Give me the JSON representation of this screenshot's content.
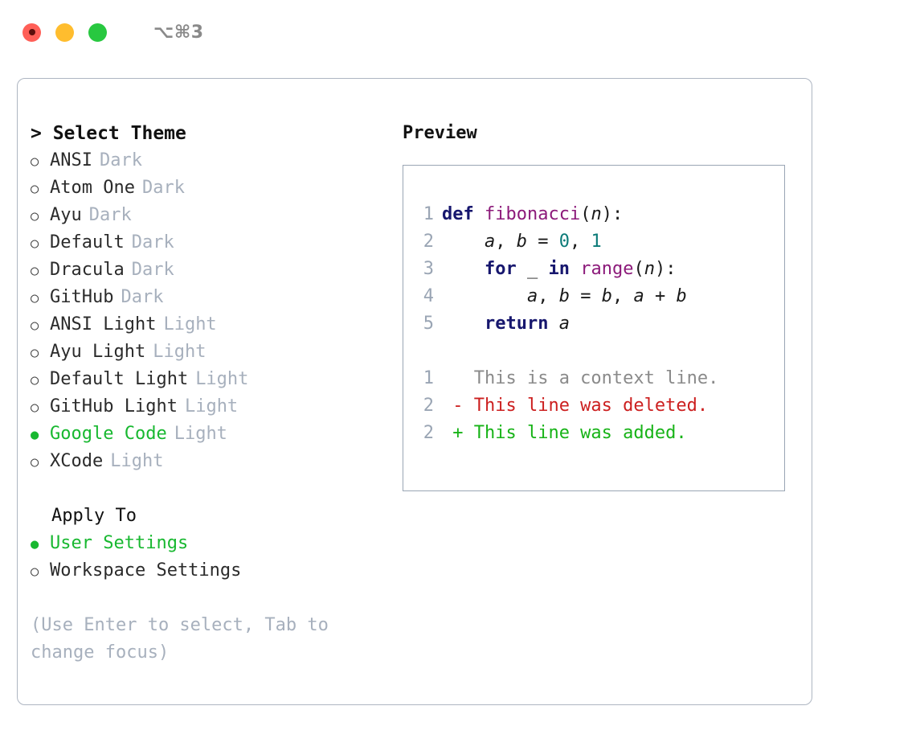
{
  "titlebar": {
    "shortcut": "⌥⌘3",
    "lights": [
      "close-red",
      "minimize-yellow",
      "maximize-green"
    ]
  },
  "left": {
    "heading": "> Select Theme",
    "themes": [
      {
        "marker": "○",
        "name": "ANSI",
        "variant": "Dark",
        "selected": false
      },
      {
        "marker": "○",
        "name": "Atom One",
        "variant": "Dark",
        "selected": false
      },
      {
        "marker": "○",
        "name": "Ayu",
        "variant": "Dark",
        "selected": false
      },
      {
        "marker": "○",
        "name": "Default",
        "variant": "Dark",
        "selected": false
      },
      {
        "marker": "○",
        "name": "Dracula",
        "variant": "Dark",
        "selected": false
      },
      {
        "marker": "○",
        "name": "GitHub",
        "variant": "Dark",
        "selected": false
      },
      {
        "marker": "○",
        "name": "ANSI Light",
        "variant": "Light",
        "selected": false
      },
      {
        "marker": "○",
        "name": "Ayu Light",
        "variant": "Light",
        "selected": false
      },
      {
        "marker": "○",
        "name": "Default Light",
        "variant": "Light",
        "selected": false
      },
      {
        "marker": "○",
        "name": "GitHub Light",
        "variant": "Light",
        "selected": false
      },
      {
        "marker": "●",
        "name": "Google Code",
        "variant": "Light",
        "selected": true
      },
      {
        "marker": "○",
        "name": "XCode",
        "variant": "Light",
        "selected": false
      }
    ],
    "apply_to_label": "Apply To",
    "apply_to_options": [
      {
        "marker": "●",
        "name": "User Settings",
        "selected": true
      },
      {
        "marker": "○",
        "name": "Workspace Settings",
        "selected": false
      }
    ],
    "hint": "(Use Enter to select, Tab to change focus)"
  },
  "right": {
    "preview_title": "Preview",
    "code_lines": [
      {
        "no": "1",
        "text": "def fibonacci(n):"
      },
      {
        "no": "2",
        "text": "    a, b = 0, 1"
      },
      {
        "no": "3",
        "text": "    for _ in range(n):"
      },
      {
        "no": "4",
        "text": "        a, b = b, a + b"
      },
      {
        "no": "5",
        "text": "    return a"
      }
    ],
    "diff_lines": [
      {
        "no": "1",
        "sign": " ",
        "text": "This is a context line.",
        "kind": "context"
      },
      {
        "no": "2",
        "sign": "-",
        "text": "This line was deleted.",
        "kind": "deleted"
      },
      {
        "no": "2",
        "sign": "+",
        "text": "This line was added.",
        "kind": "added"
      }
    ]
  },
  "colors": {
    "accent_green": "#18b830",
    "muted": "#a7b0bd",
    "border": "#aeb6c2",
    "keyword": "#17176e",
    "function": "#8c1a7a",
    "number": "#0b7b78",
    "diff_deleted": "#cc1f1f",
    "diff_added": "#17b317",
    "light_red": "#ff5f57",
    "light_yellow": "#ffbd2e",
    "light_green": "#28c840"
  }
}
